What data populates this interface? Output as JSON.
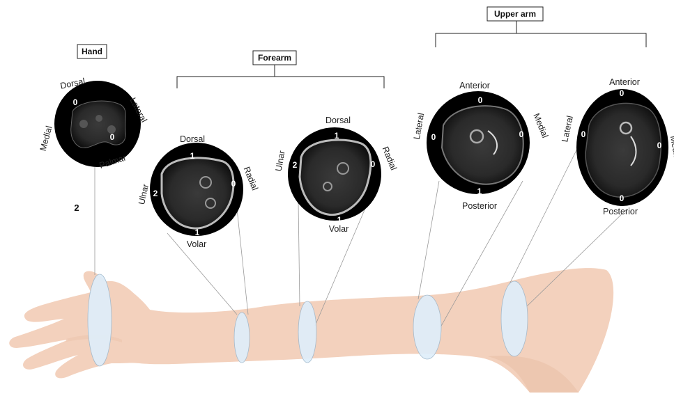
{
  "figure": {
    "sections": {
      "hand": "Hand",
      "forearm": "Forearm",
      "upper_arm": "Upper arm"
    },
    "panel_number": "2",
    "hand_scan": {
      "top": "Dorsal",
      "right": "Lateral",
      "left": "Medial",
      "bottom": "Palmar",
      "score_top": "0",
      "score_bottom": "0"
    },
    "forearm_scan_1": {
      "top": "Dorsal",
      "right": "Radial",
      "left": "Ulnar",
      "bottom": "Volar",
      "score_top": "1",
      "score_right": "0",
      "score_left": "2",
      "score_bottom": "1"
    },
    "forearm_scan_2": {
      "top": "Dorsal",
      "right": "Radial",
      "left": "Ulnar",
      "bottom": "Volar",
      "score_top": "1",
      "score_right": "0",
      "score_left": "2",
      "score_bottom": "1"
    },
    "upper_arm_scan_1": {
      "top": "Anterior",
      "right": "Medial",
      "left": "Lateral",
      "bottom": "Posterior",
      "score_top": "0",
      "score_right": "0",
      "score_left": "0",
      "score_bottom": "1"
    },
    "upper_arm_scan_2": {
      "top": "Anterior",
      "right": "Medial",
      "left": "Lateral",
      "bottom": "Posterior",
      "score_top": "0",
      "score_right": "0",
      "score_left": "0",
      "score_bottom": "0"
    },
    "colors": {
      "slice_fill": "#dfeefa",
      "skin": "#f3d1bd",
      "scan_background": "#000000"
    }
  }
}
